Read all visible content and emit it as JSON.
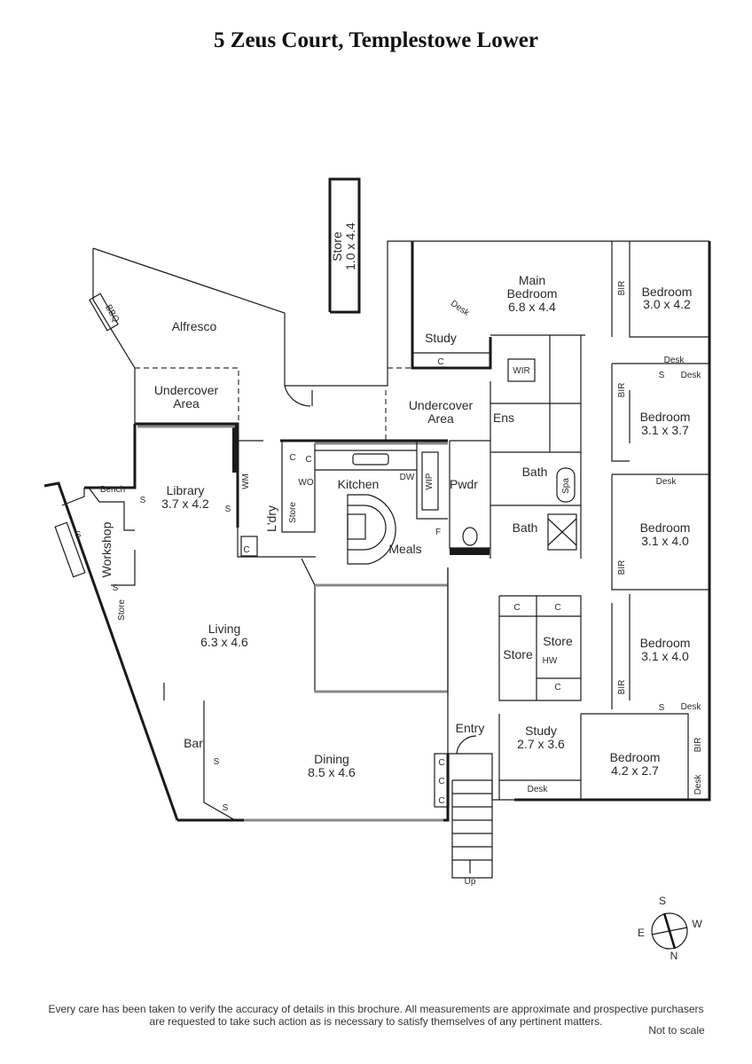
{
  "title": "5 Zeus Court, Templestowe Lower",
  "rooms": {
    "store_ext": {
      "name": "Store",
      "dims": "1.0 x 4.4"
    },
    "alfresco": {
      "name": "Alfresco",
      "bbq": "BBQ"
    },
    "undercover_1": {
      "line1": "Undercover",
      "line2": "Area"
    },
    "undercover_2": {
      "line1": "Undercover",
      "line2": "Area"
    },
    "main_bedroom": {
      "line1": "Main",
      "line2": "Bedroom",
      "dims": "6.8 x 4.4"
    },
    "study_1": {
      "name": "Study",
      "desk": "Desk",
      "c": "C"
    },
    "wir": "WIR",
    "bedroom_1": {
      "name": "Bedroom",
      "dims": "3.0 x 4.2",
      "bir": "BIR",
      "desk1": "Desk",
      "s": "S",
      "desk2": "Desk"
    },
    "bedroom_2": {
      "name": "Bedroom",
      "dims": "3.1 x 3.7",
      "bir": "BIR",
      "desk": "Desk"
    },
    "ens": "Ens",
    "bath_1": {
      "name": "Bath",
      "spa": "Spa"
    },
    "pwdr": "Pwdr",
    "bath_2": "Bath",
    "bedroom_3": {
      "name": "Bedroom",
      "dims": "3.1 x 4.0",
      "bir": "BIR"
    },
    "bedroom_4": {
      "name": "Bedroom",
      "dims": "3.1 x 4.0",
      "bir": "BIR",
      "s": "S",
      "desk": "Desk"
    },
    "bedroom_5": {
      "name": "Bedroom",
      "dims": "4.2 x 2.7",
      "bir": "BIR",
      "desk": "Desk"
    },
    "study_2": {
      "name": "Study",
      "dims": "2.7 x 3.6",
      "desk": "Desk"
    },
    "store_1": "Store",
    "store_2": {
      "name": "Store",
      "hw": "HW"
    },
    "cupboards_hall": [
      "C",
      "C",
      "C"
    ],
    "entry": {
      "name": "Entry",
      "up": "Up"
    },
    "dining": {
      "name": "Dining",
      "dims": "8.5 x 4.6",
      "cupboards": [
        "C",
        "C",
        "C"
      ]
    },
    "living": {
      "name": "Living",
      "dims": "6.3 x 4.6"
    },
    "bar": {
      "name": "Bar",
      "s1": "S",
      "s2": "S"
    },
    "library": {
      "name": "Library",
      "dims": "3.7 x 4.2",
      "s1": "S",
      "s2": "S"
    },
    "workshop": {
      "name": "Workshop",
      "bench": "Bench",
      "s1": "S",
      "s2": "S",
      "store": "Store"
    },
    "laundry": {
      "name": "L'dry",
      "wm": "WM",
      "c1": "C",
      "c2": "C",
      "c3": "C",
      "wo": "WO",
      "store": "Store"
    },
    "kitchen": {
      "name": "Kitchen",
      "dw": "DW",
      "wip": "WIP",
      "f": "F"
    },
    "meals": "Meals"
  },
  "compass": {
    "s": "S",
    "w": "W",
    "e": "E",
    "n": "N"
  },
  "footer": {
    "line1": "Every care has been taken to verify the accuracy of details in this brochure.  All measurements are approximate and prospective purchasers",
    "line2": "are requested to take such action as is necessary to satisfy themselves of any pertinent matters.",
    "scale": "Not to scale"
  }
}
